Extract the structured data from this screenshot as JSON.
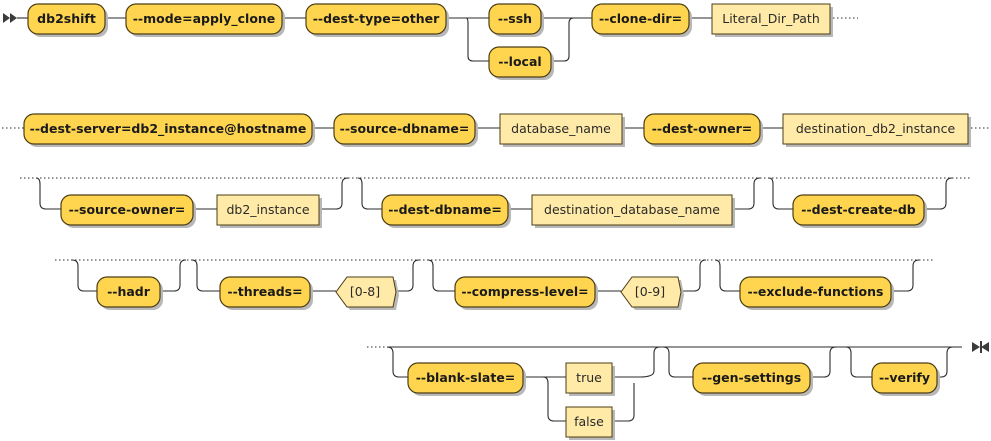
{
  "terminals": {
    "db2shift": "db2shift",
    "mode": "--mode=apply_clone",
    "dest_type": "--dest-type=other",
    "ssh": "--ssh",
    "local": "--local",
    "clone_dir": "--clone-dir=",
    "dest_server": "--dest-server=db2_instance@hostname",
    "source_dbname": "--source-dbname=",
    "dest_owner": "--dest-owner=",
    "source_owner": "--source-owner=",
    "dest_dbname": "--dest-dbname=",
    "dest_create_db": "--dest-create-db",
    "hadr": "--hadr",
    "threads": "--threads=",
    "compress_level": "--compress-level=",
    "exclude_functions": "--exclude-functions",
    "blank_slate": "--blank-slate=",
    "gen_settings": "--gen-settings",
    "verify": "--verify"
  },
  "placeholders": {
    "literal_dir_path": "Literal_Dir_Path",
    "database_name": "database_name",
    "destination_db2_instance": "destination_db2_instance",
    "db2_instance": "db2_instance",
    "destination_database_name": "destination_database_name",
    "true": "true",
    "false": "false"
  },
  "ranges": {
    "threads": "[0-8]",
    "compress": "[0-9]"
  },
  "colors": {
    "terminal_fill": "#ffd54f",
    "placeholder_fill": "#ffeaa7",
    "border": "#4b3d14",
    "line": "#2b2b2b"
  }
}
